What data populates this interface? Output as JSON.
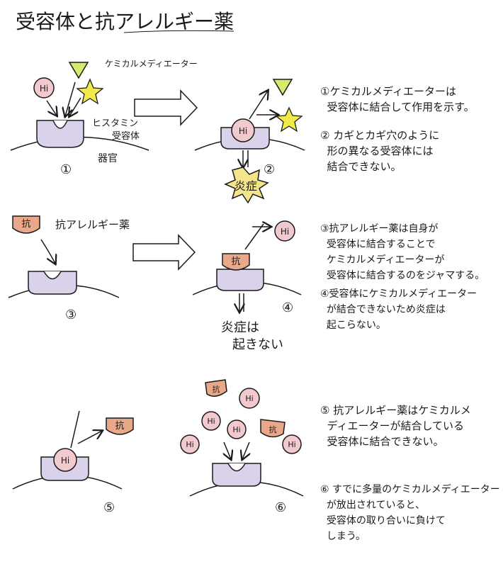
{
  "title": "受容体と抗アレルギー薬",
  "labels": {
    "mediator": "ケミカルメディエーター",
    "histamine_receptor_1": "ヒスタミン",
    "histamine_receptor_2": "受容体",
    "organ": "器官",
    "hi": "Hi",
    "inflammation": "炎症",
    "anti_allergy": "抗アレルギー薬",
    "anti_short": "抗",
    "no_inflammation_1": "炎症は",
    "no_inflammation_2": "起きない",
    "num1": "①",
    "num2": "②",
    "num3": "③",
    "num4": "④",
    "num5": "⑤",
    "num6": "⑥"
  },
  "descriptions": {
    "d1": "①ケミカルメディエーターは\n  受容体に結合して作用を示す。",
    "d2": "② カギとカギ穴のように\n  形の異なる受容体には\n  結合できない。",
    "d3": "③抗アレルギー薬は自身が\n  受容体に結合することで\n  ケミカルメディエーターが\n  受容体に結合するのをジャマする。",
    "d4": "④受容体にケミカルメディエーター\n  が結合できないため炎症は\n  起こらない。",
    "d5": "⑤ 抗アレルギー薬はケミカルメ\n  ディエーターが結合している\n  受容体に結合できない。",
    "d6": "⑥ すでに多量のケミカルメディエーター\n  が放出されていると、\n  受容体の取り合いに負けて\n  しまう。"
  },
  "colors": {
    "receptor": "#d9d2ea",
    "hi_fill": "#f2c9cf",
    "anti_fill": "#e9a88a",
    "star": "#f2ea4a",
    "triangle": "#d8ea6a",
    "burst": "#f4e58a"
  }
}
